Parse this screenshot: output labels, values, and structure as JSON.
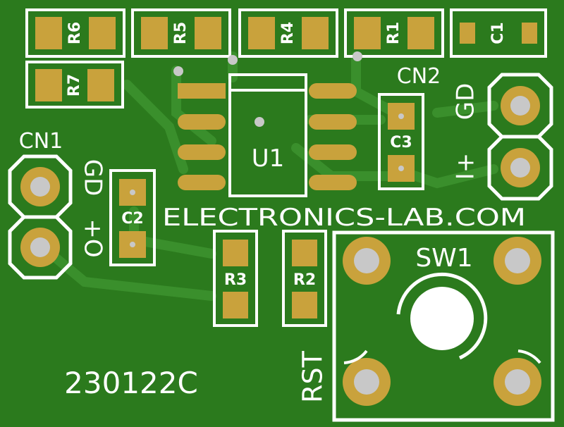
{
  "board": {
    "site_label": "ELECTRONICS-LAB.COM",
    "revision": "230122C",
    "colors": {
      "solder_mask": "#2b7a1d",
      "trace": "#3a8f2c",
      "silkscreen": "#ffffff",
      "pad": "#c9a23c",
      "drill": "#c8c8c8"
    }
  },
  "connectors": {
    "cn1": {
      "ref": "CN1",
      "pin_top": "GD",
      "pin_bottom": "+O"
    },
    "cn2": {
      "ref": "CN2",
      "pin_top": "GD",
      "pin_bottom": "I+"
    }
  },
  "components": {
    "r6": "R6",
    "r5": "R5",
    "r4": "R4",
    "r1": "R1",
    "c1": "C1",
    "r7": "R7",
    "c3": "C3",
    "c2": "C2",
    "r3": "R3",
    "r2": "R2",
    "u1": "U1"
  },
  "switch": {
    "ref": "SW1",
    "label": "RST"
  }
}
